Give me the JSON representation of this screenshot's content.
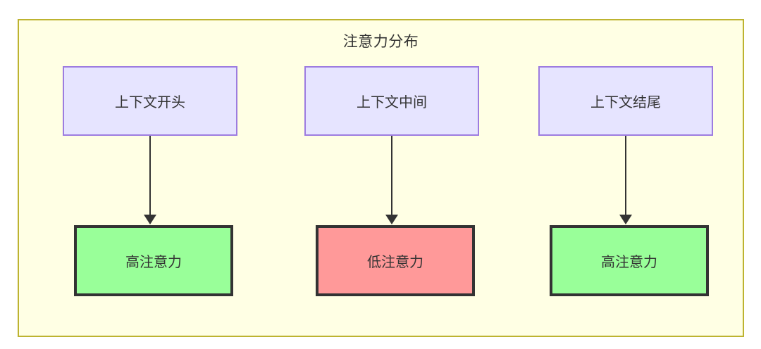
{
  "diagram": {
    "title": "注意力分布",
    "type": "flowchart",
    "colors": {
      "container_fill": "#ffffe4",
      "container_border": "#bdb330",
      "source_fill": "#e6e4ff",
      "source_border": "#9d7ce0",
      "high_attention_fill": "#99ff99",
      "low_attention_fill": "#ff9999",
      "node_border": "#333333",
      "arrow": "#333333",
      "text": "#333333"
    },
    "columns": [
      {
        "source": {
          "label": "上下文开头"
        },
        "arrow": {
          "direction": "down",
          "style": "solid",
          "head": "filled-triangle"
        },
        "result": {
          "label": "高注意力",
          "state": "high"
        }
      },
      {
        "source": {
          "label": "上下文中间"
        },
        "arrow": {
          "direction": "down",
          "style": "solid",
          "head": "filled-triangle"
        },
        "result": {
          "label": "低注意力",
          "state": "low"
        }
      },
      {
        "source": {
          "label": "上下文结尾"
        },
        "arrow": {
          "direction": "down",
          "style": "solid",
          "head": "filled-triangle"
        },
        "result": {
          "label": "高注意力",
          "state": "high"
        }
      }
    ]
  }
}
